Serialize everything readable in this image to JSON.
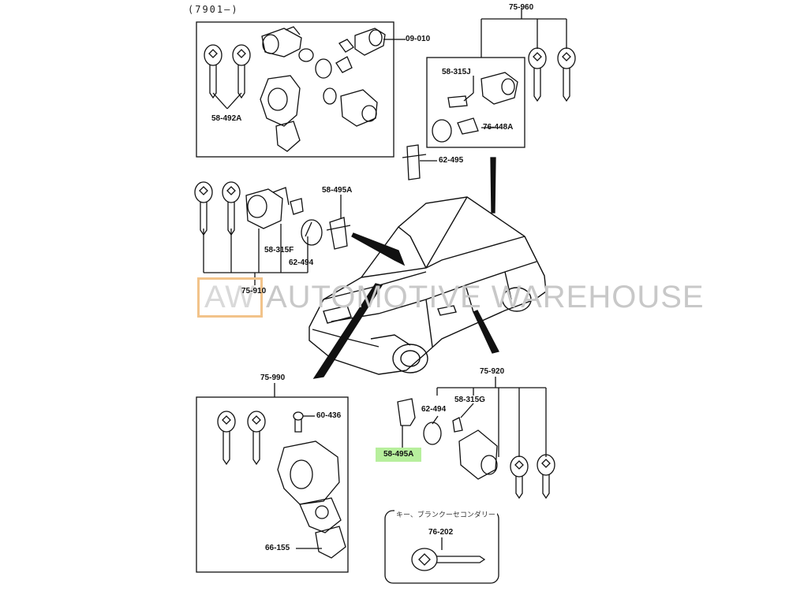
{
  "header": {
    "code": "(7901–)"
  },
  "watermark": {
    "logo": "AW",
    "text": "AUTOMOTIVE WAREHOUSE"
  },
  "note": {
    "blank_key": "キー、ブランクーセコンダリー"
  },
  "labels": {
    "l_09_010": "09-010",
    "l_58_492A": "58-492A",
    "l_75_960": "75-960",
    "l_58_315J": "58-315J",
    "l_76_448A": "76-448A",
    "l_62_495": "62-495",
    "l_58_495A_top": "58-495A",
    "l_58_315F": "58-315F",
    "l_62_494_left": "62-494",
    "l_75_910": "75-910",
    "l_75_990": "75-990",
    "l_60_436": "60-436",
    "l_66_155": "66-155",
    "l_75_920": "75-920",
    "l_58_315G": "58-315G",
    "l_62_494_right": "62-494",
    "l_58_495A_hl": "58-495A",
    "l_76_202": "76-202"
  },
  "highlight_color": "#b7ef9d",
  "line_color": "#111111"
}
